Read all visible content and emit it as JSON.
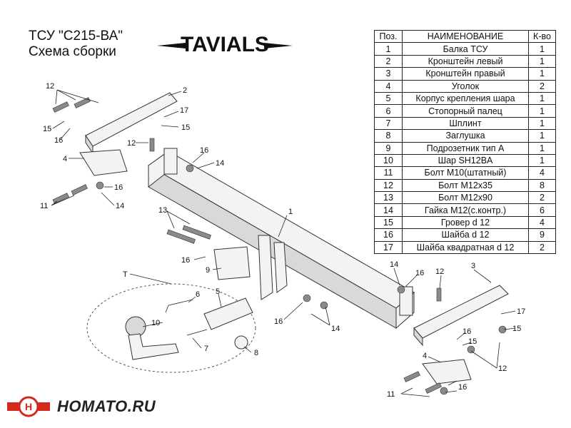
{
  "header": {
    "title_line1": "ТСУ  \"С215-ВА\"",
    "title_line2": "Схема сборки",
    "brand_logo": "TAVIALS"
  },
  "table": {
    "headers": [
      "Поз.",
      "НАИМЕНОВАНИЕ",
      "К-во"
    ],
    "rows": [
      [
        "1",
        "Балка ТСУ",
        "1"
      ],
      [
        "2",
        "Кронштейн левый",
        "1"
      ],
      [
        "3",
        "Кронштейн правый",
        "1"
      ],
      [
        "4",
        "Уголок",
        "2"
      ],
      [
        "5",
        "Корпус крепления шара",
        "1"
      ],
      [
        "6",
        "Стопорный палец",
        "1"
      ],
      [
        "7",
        "Шплинт",
        "1"
      ],
      [
        "8",
        "Заглушка",
        "1"
      ],
      [
        "9",
        "Подрозетник тип А",
        "1"
      ],
      [
        "10",
        "Шар SH12BA",
        "1"
      ],
      [
        "11",
        "Болт М10(штатный)",
        "4"
      ],
      [
        "12",
        "Болт М12х35",
        "8"
      ],
      [
        "13",
        "Болт М12х90",
        "2"
      ],
      [
        "14",
        "Гайка М12(с.контр.)",
        "6"
      ],
      [
        "15",
        "Гровер d 12",
        "4"
      ],
      [
        "16",
        "Шайба d 12",
        "9"
      ],
      [
        "17",
        "Шайба квадратная d 12",
        "2"
      ]
    ]
  },
  "drawing": {
    "labels": {
      "l1": "1",
      "l2": "2",
      "l3": "3",
      "l4a": "4",
      "l4b": "4",
      "l5": "5",
      "l6": "6",
      "l7": "7",
      "l8": "8",
      "l9": "9",
      "l10": "10",
      "l11a": "11",
      "l11b": "11",
      "l12a": "12",
      "l12b": "12",
      "l12c": "12",
      "l12d": "12",
      "l13": "13",
      "l14a": "14",
      "l14b": "14",
      "l14c": "14",
      "l14d": "14",
      "l15a": "15",
      "l15b": "15",
      "l15c": "15",
      "l15d": "15",
      "l16a": "16",
      "l16b": "16",
      "l16c": "16",
      "l16d": "16",
      "l16e": "16",
      "l16f": "16",
      "l16g": "16",
      "l16h": "16",
      "l17a": "17",
      "l17b": "17",
      "lT": "Т"
    }
  },
  "footer": {
    "site_logo_text": "HOMATO.RU",
    "logo_color": "#d42a1e"
  }
}
